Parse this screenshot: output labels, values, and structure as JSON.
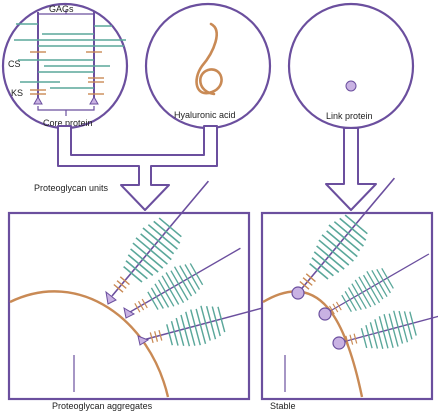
{
  "labels": {
    "gags": "GAGs",
    "cs": "CS",
    "ks": "KS",
    "core_protein": "Core protein",
    "hyaluronic_acid": "Hyaluronic acid",
    "link_protein": "Link protein",
    "proteoglycan_units": "Proteoglycan units",
    "proteoglycan_aggregates": "Proteoglycan aggregates",
    "stable": "Stable"
  },
  "colors": {
    "outline": "#6b4f9e",
    "cs_chain": "#5aa79a",
    "ks_chain": "#c98a55",
    "hyaluronic": "#c98a55",
    "link_fill": "#c9b2e3",
    "text": "#222222"
  }
}
